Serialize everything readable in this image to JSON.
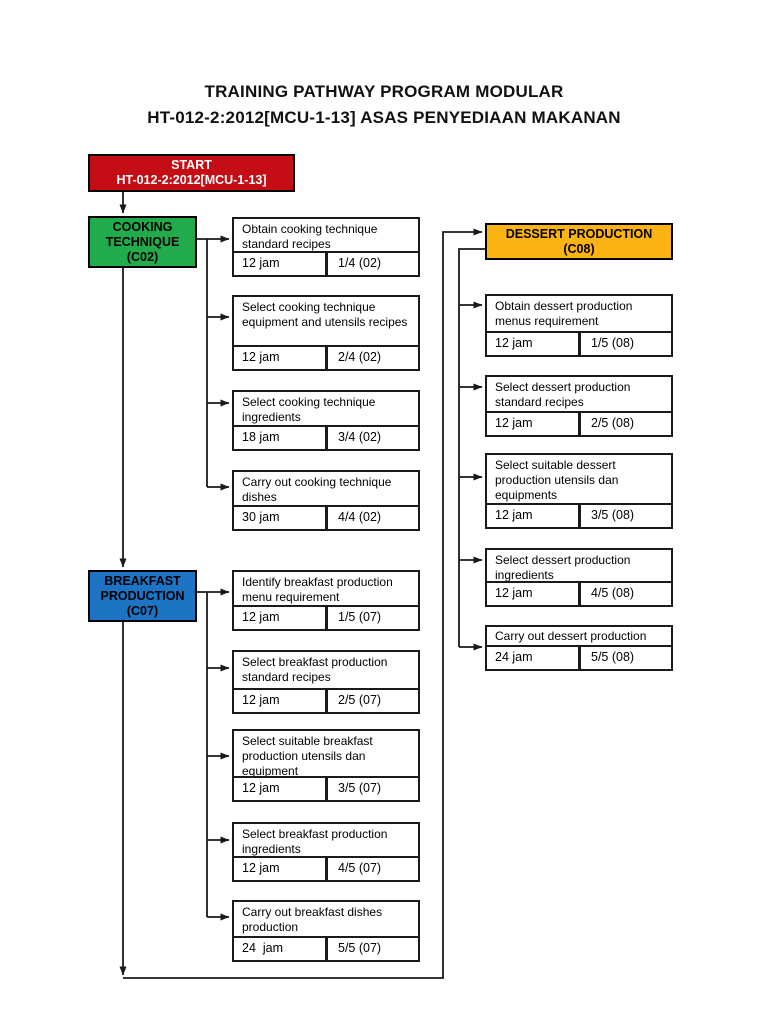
{
  "page": {
    "title_line1": "TRAINING PATHWAY PROGRAM MODULAR",
    "title_line2": "HT-012-2:2012[MCU-1-13] ASAS PENYEDIAAN MAKANAN"
  },
  "start": {
    "line1": "START",
    "line2": "HT-012-2:2012[MCU-1-13]",
    "color": "#c50d15",
    "text_color": "#ffffff"
  },
  "modules": [
    {
      "name": "COOKING TECHNIQUE",
      "code": "(C02)",
      "color": "#21ab4d",
      "tasks": [
        {
          "title": "Obtain cooking technique standard recipes",
          "hours": "12 jam",
          "seq": "1/4 (02)"
        },
        {
          "title": "Select cooking technique equipment and utensils recipes",
          "hours": "12 jam",
          "seq": "2/4 (02)"
        },
        {
          "title": "Select cooking technique ingredients",
          "hours": "18 jam",
          "seq": "3/4 (02)"
        },
        {
          "title": "Carry out cooking technique dishes",
          "hours": "30 jam",
          "seq": "4/4 (02)"
        }
      ]
    },
    {
      "name": "BREAKFAST PRODUCTION",
      "code": "(C07)",
      "color": "#1d74c5",
      "tasks": [
        {
          "title": "Identify breakfast production menu requirement",
          "hours": "12 jam",
          "seq": "1/5 (07)"
        },
        {
          "title": "Select breakfast production standard recipes",
          "hours": "12 jam",
          "seq": "2/5 (07)"
        },
        {
          "title": "Select suitable breakfast production utensils dan equipment",
          "hours": "12 jam",
          "seq": "3/5 (07)"
        },
        {
          "title": "Select breakfast production ingredients",
          "hours": "12 jam",
          "seq": "4/5 (07)"
        },
        {
          "title": "Carry out breakfast dishes production",
          "hours": "24  jam",
          "seq": "5/5 (07)"
        }
      ]
    },
    {
      "name": "DESSERT PRODUCTION",
      "code": "(C08)",
      "color": "#fcb414",
      "tasks": [
        {
          "title": "Obtain dessert production menus requirement",
          "hours": "12 jam",
          "seq": "1/5 (08)"
        },
        {
          "title": "Select dessert production standard recipes",
          "hours": "12 jam",
          "seq": "2/5 (08)"
        },
        {
          "title": "Select suitable dessert production utensils dan equipments",
          "hours": "12 jam",
          "seq": "3/5 (08)"
        },
        {
          "title": "Select dessert production ingredients",
          "hours": "12 jam",
          "seq": "4/5 (08)"
        },
        {
          "title": "Carry out dessert production",
          "hours": "24 jam",
          "seq": "5/5 (08)"
        }
      ]
    }
  ],
  "line_color": "#1a1a1a"
}
